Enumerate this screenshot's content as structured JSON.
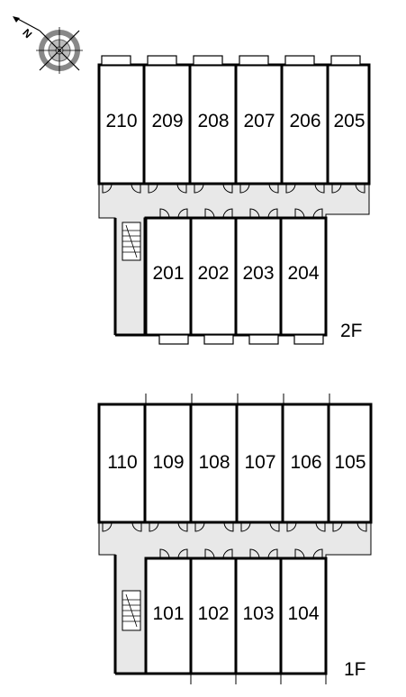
{
  "compass": {
    "north_label": "N",
    "icon": "compass-rose-icon"
  },
  "floors": [
    {
      "label": "2F",
      "top_rooms": [
        "210",
        "209",
        "208",
        "207",
        "206",
        "205"
      ],
      "bottom_rooms": [
        "201",
        "202",
        "203",
        "204"
      ]
    },
    {
      "label": "1F",
      "top_rooms": [
        "110",
        "109",
        "108",
        "107",
        "106",
        "105"
      ],
      "bottom_rooms": [
        "101",
        "102",
        "103",
        "104"
      ]
    }
  ],
  "colors": {
    "corridor": "#e8e8e8",
    "wall": "#000000",
    "stair": "#ffffff"
  }
}
